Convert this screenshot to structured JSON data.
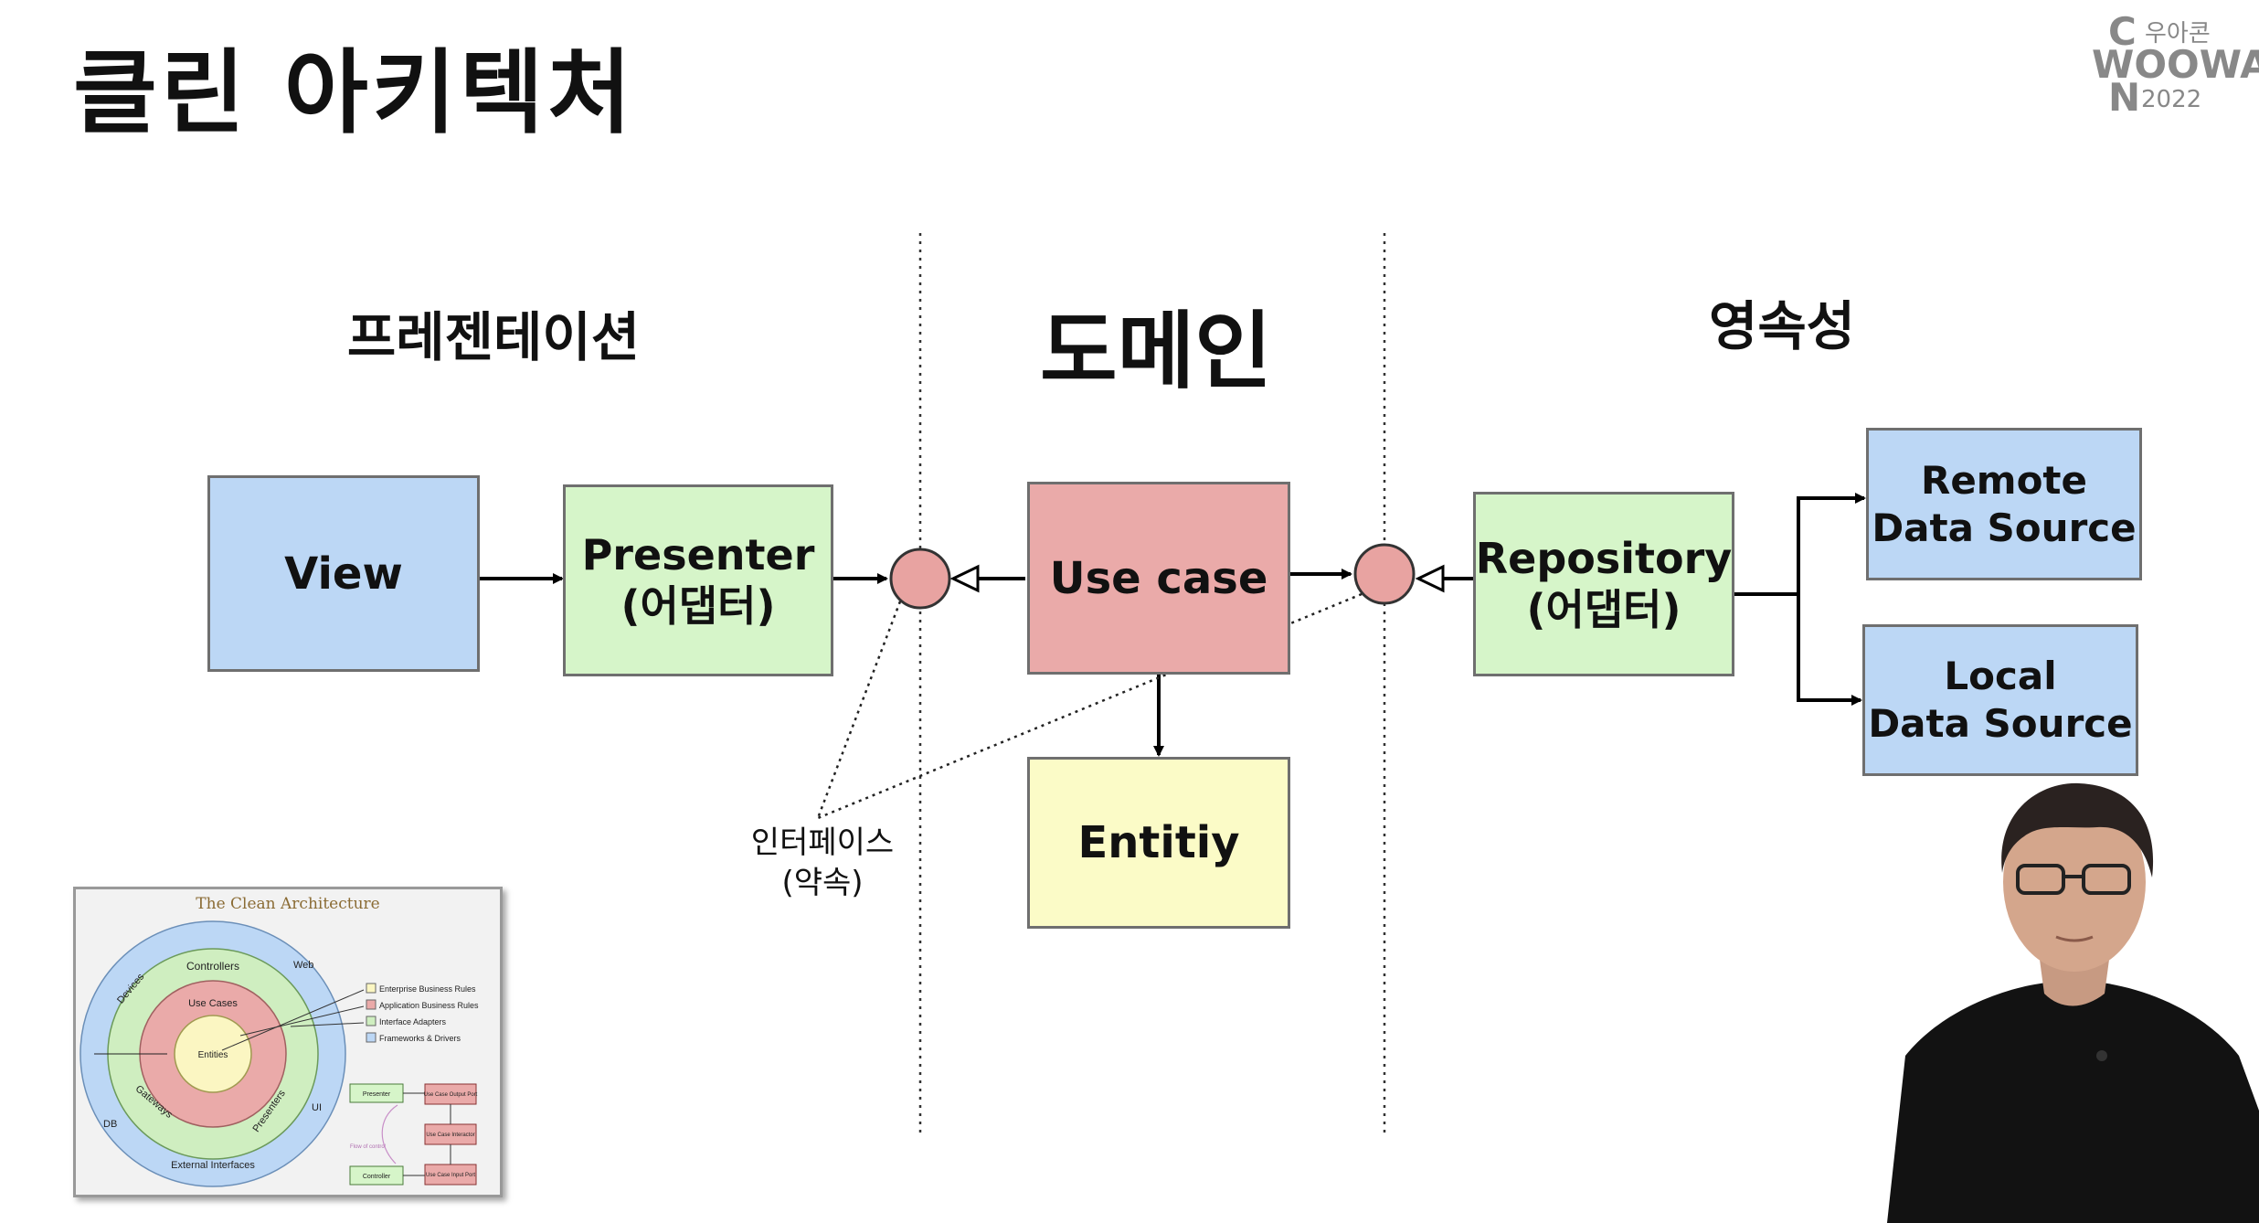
{
  "title": "클린 아키텍처",
  "logo": {
    "line1": "C",
    "line1_small": "우아콘",
    "line2": "WOOWA",
    "line3": "N",
    "line3_small": "2022"
  },
  "sections": {
    "presentation": "프레젠테이션",
    "domain": "도메인",
    "persistence": "영속성"
  },
  "boxes": {
    "view": "View",
    "presenter": "Presenter",
    "presenter_sub": "(어댑터)",
    "usecase": "Use case",
    "entity": "Entitiy",
    "repository": "Repository",
    "repository_sub": "(어댑터)",
    "remote_line1": "Remote",
    "remote_line2": "Data Source",
    "local_line1": "Local",
    "local_line2": "Data Source"
  },
  "interface_label": {
    "line1": "인터페이스",
    "line2": "(약속)"
  },
  "thumbnail": {
    "title": "The Clean Architecture",
    "rings": [
      "Entities",
      "Use Cases",
      "Controllers",
      "Web",
      "Devices",
      "Gateways",
      "Presenters",
      "UI",
      "DB",
      "External Interfaces"
    ],
    "legend": [
      "Enterprise Business Rules",
      "Application Business Rules",
      "Interface Adapters",
      "Frameworks & Drivers"
    ],
    "flow": [
      "Presenter",
      "Use Case Output Port",
      "Use Case Interactor",
      "Controller",
      "Use Case Input Port",
      "Flow of control"
    ]
  },
  "colors": {
    "blue": "#bcd7f5",
    "green": "#d6f5c9",
    "red": "#eaaaa9",
    "yellow": "#fbfbc7",
    "circle": "#e8a3a1"
  }
}
